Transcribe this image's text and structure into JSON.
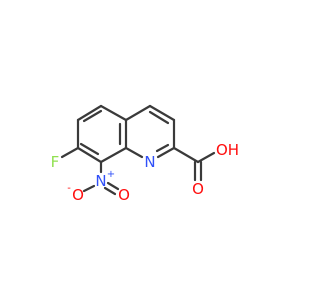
{
  "molecule": {
    "atoms": {
      "fluorine": {
        "label": "F",
        "color": "#90e050"
      },
      "ring_nitrogen": {
        "label": "N",
        "color": "#3050f8"
      },
      "nitro_nitrogen": {
        "label": "N",
        "charge": "+",
        "color": "#3050f8"
      },
      "nitro_oxygen_double": {
        "label": "O",
        "color": "#ff0d0d"
      },
      "nitro_oxygen_single": {
        "label": "O",
        "charge": "-",
        "color": "#ff0d0d"
      },
      "carbonyl_oxygen": {
        "label": "O",
        "color": "#ff0d0d"
      },
      "hydroxyl": {
        "label": "OH",
        "color": "#ff0d0d"
      }
    },
    "bond_color": "#3a3a3a"
  }
}
